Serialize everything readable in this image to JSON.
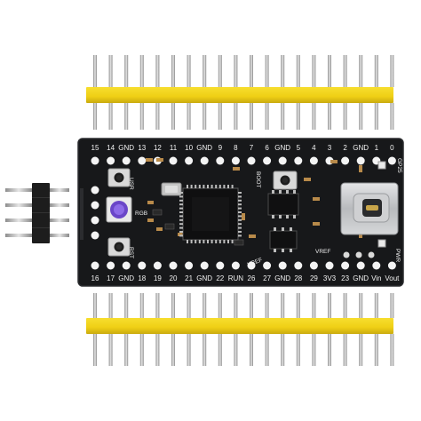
{
  "board": {
    "top_pin_labels": [
      "15",
      "14",
      "GND",
      "13",
      "12",
      "11",
      "10",
      "GND",
      "9",
      "8",
      "7",
      "6",
      "GND",
      "5",
      "4",
      "3",
      "2",
      "GND",
      "1",
      "0"
    ],
    "bottom_pin_labels": [
      "16",
      "17",
      "GND",
      "18",
      "19",
      "20",
      "21",
      "GND",
      "22",
      "RUN",
      "26",
      "27",
      "GND",
      "28",
      "29",
      "3V3",
      "23",
      "GND",
      "Vin",
      "Vout"
    ],
    "silk": {
      "usr": "USR",
      "rst": "RST",
      "boot": "BOOT",
      "rgb": "RGB",
      "vref_chip": "VREF",
      "vref": "VREF",
      "gp25": "GP25",
      "pwr": "PWR"
    }
  },
  "colors": {
    "pcb": "#17181a",
    "pcb_edge": "#2a2b2e",
    "header_plastic": "#f2d21a",
    "header_plastic_shadow": "#c9ab10",
    "pin_metal": "#c9c9c9",
    "side_header": "#1d1d1d",
    "usb_shell": "#c7c9cc"
  }
}
